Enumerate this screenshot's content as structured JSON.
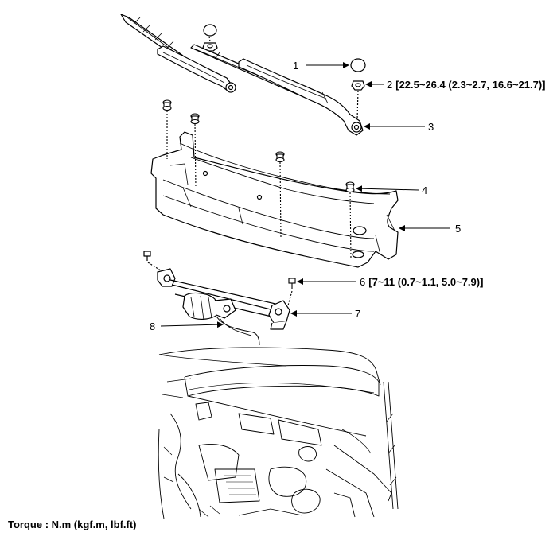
{
  "callouts": [
    {
      "num": "1",
      "spec": ""
    },
    {
      "num": "2",
      "spec": "[22.5~26.4 (2.3~2.7, 16.6~21.7)]"
    },
    {
      "num": "3",
      "spec": ""
    },
    {
      "num": "4",
      "spec": ""
    },
    {
      "num": "5",
      "spec": ""
    },
    {
      "num": "6",
      "spec": "[7~11 (0.7~1.1, 5.0~7.9)]"
    },
    {
      "num": "7",
      "spec": ""
    },
    {
      "num": "8",
      "spec": ""
    }
  ],
  "torque_note": "Torque : N.m (kgf.m, lbf.ft)"
}
